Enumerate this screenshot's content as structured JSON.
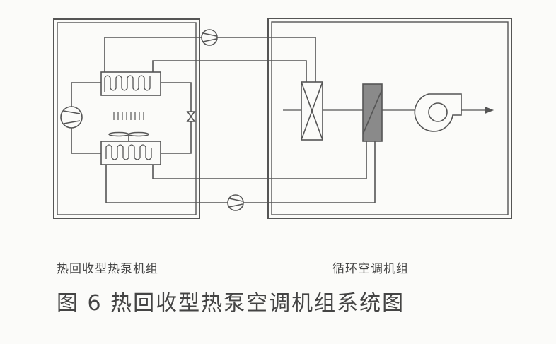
{
  "captions": {
    "left_unit": "热回收型热泵机组",
    "right_unit": "循环空调机组"
  },
  "figure_title": "图 6 热回收型热泵空调机组系统图",
  "colors": {
    "line": "#555555",
    "coil_fill": "#8a8a8a"
  }
}
